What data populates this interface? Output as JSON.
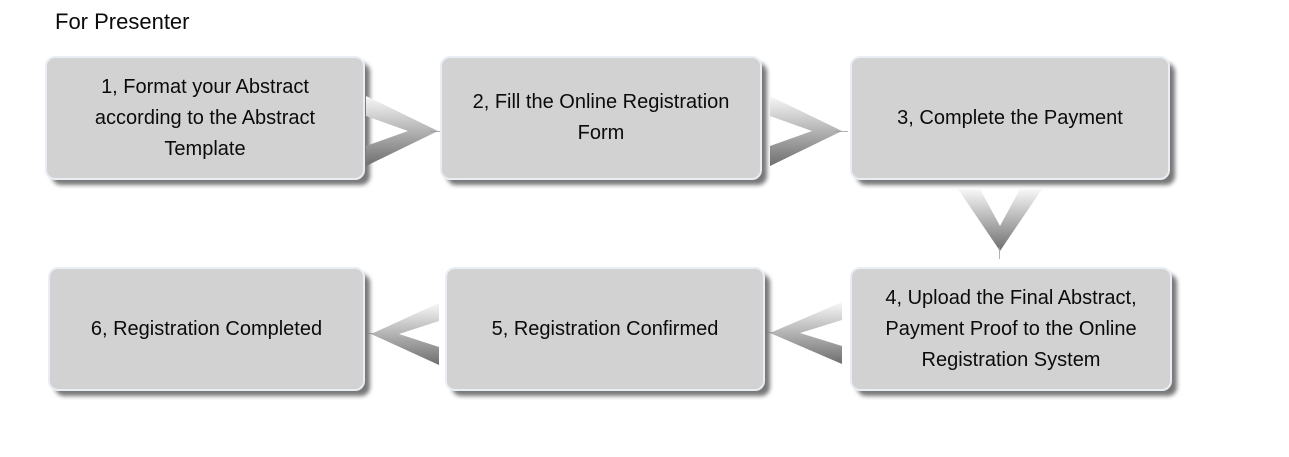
{
  "page": {
    "title": "For Presenter"
  },
  "flowchart": {
    "steps": [
      {
        "id": 1,
        "label": "1, Format your Abstract according to the Abstract Template"
      },
      {
        "id": 2,
        "label": "2, Fill the Online Registration Form"
      },
      {
        "id": 3,
        "label": "3, Complete the Payment"
      },
      {
        "id": 4,
        "label": "4, Upload the Final Abstract, Payment Proof to the Online Registration System"
      },
      {
        "id": 5,
        "label": "5, Registration Confirmed"
      },
      {
        "id": 6,
        "label": "6, Registration Completed"
      }
    ],
    "flow_order": [
      1,
      2,
      3,
      4,
      5,
      6
    ],
    "colors": {
      "background": "#ffffff",
      "box_fill": "#d2d2d2",
      "box_border": "#e9eef4",
      "box_shadow": "#787878",
      "arrow_top": "#f8f8f8",
      "arrow_bottom": "#6e6e6e",
      "text": "#0b0b0b"
    }
  }
}
